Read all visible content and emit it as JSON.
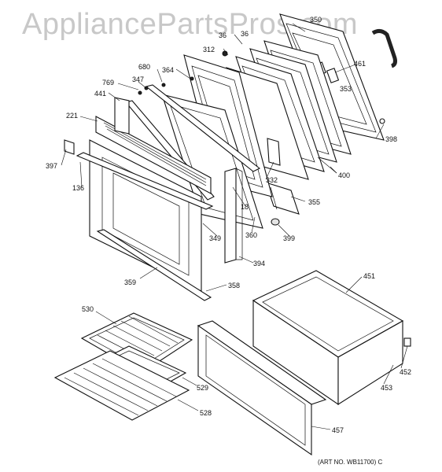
{
  "watermark": "AppliancePartsPros.com",
  "art_no": "(ART NO. WB11700) C",
  "labels": [
    "350",
    "36",
    "312",
    "36",
    "680",
    "364",
    "769",
    "347",
    "441",
    "221",
    "397",
    "136",
    "461",
    "353",
    "398",
    "400",
    "332",
    "355",
    "18",
    "349",
    "360",
    "399",
    "394",
    "359",
    "358",
    "451",
    "530",
    "452",
    "453",
    "529",
    "528",
    "457"
  ]
}
